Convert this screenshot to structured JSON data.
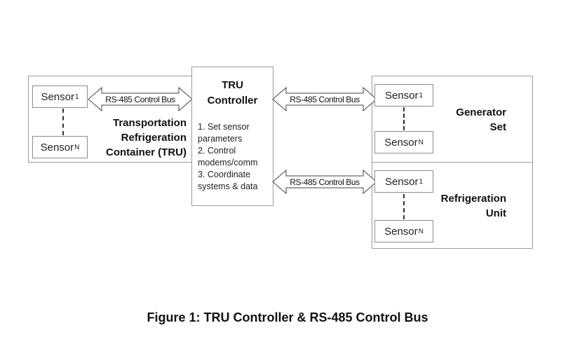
{
  "diagram": {
    "caption": "Figure 1:  TRU Controller & RS-485 Control Bus",
    "controller": {
      "title_line1": "TRU",
      "title_line2": "Controller",
      "functions": [
        "1. Set sensor",
        "parameters",
        "2. Control",
        "modems/comm",
        "3. Coordinate",
        "systems & data"
      ]
    },
    "bus_label": "RS-485 Control Bus",
    "tru_container": {
      "label_lines": [
        "Transportation",
        "Refrigeration",
        "Container (TRU)"
      ],
      "sensor_first": {
        "base": "Sensor",
        "sub": "1"
      },
      "sensor_last": {
        "base": "Sensor",
        "sub": "N"
      }
    },
    "generator_set": {
      "label_lines": [
        "Generator",
        "Set"
      ],
      "sensor_first": {
        "base": "Sensor",
        "sub": "1"
      },
      "sensor_last": {
        "base": "Sensor",
        "sub": "N"
      }
    },
    "refrigeration_unit": {
      "label_lines": [
        "Refrigeration",
        "Unit"
      ],
      "sensor_first": {
        "base": "Sensor",
        "sub": "1"
      },
      "sensor_last": {
        "base": "Sensor",
        "sub": "N"
      }
    }
  }
}
